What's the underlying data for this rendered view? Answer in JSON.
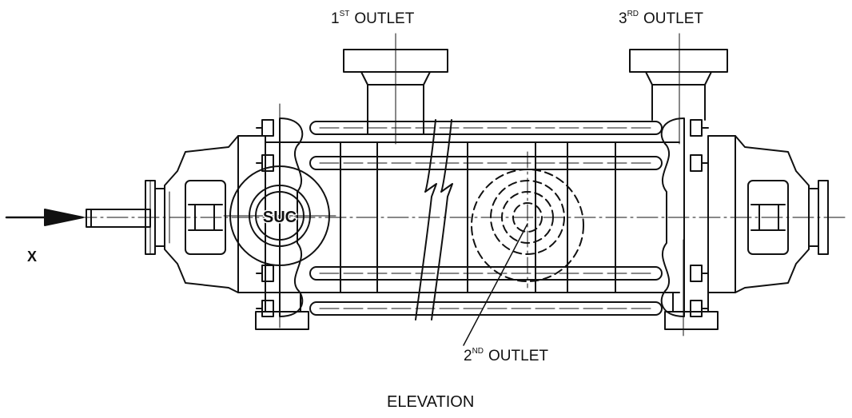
{
  "labels": {
    "outlet1": {
      "num": "1",
      "sup": "ST",
      "text": "OUTLET"
    },
    "outlet3": {
      "num": "3",
      "sup": "RD",
      "text": "OUTLET"
    },
    "outlet2": {
      "num": "2",
      "sup": "ND",
      "text": "OUTLET"
    },
    "suction": "SUC",
    "view_arrow": "X",
    "caption": "ELEVATION"
  },
  "colors": {
    "line": "#111111",
    "background": "#ffffff"
  }
}
